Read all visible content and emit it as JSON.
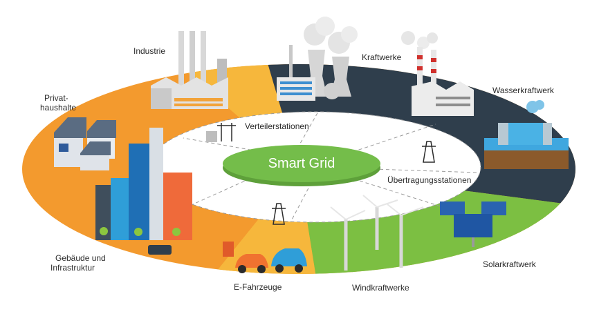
{
  "hub": {
    "title": "Smart Grid"
  },
  "sectors": {
    "industry": "Industrie",
    "power_plants": "Kraftwerke",
    "hydro": "Wasserkraftwerk",
    "households_line1": "Privat-",
    "households_line2": "haushalte",
    "buildings_line1": "Gebäude und",
    "buildings_line2": "Infrastruktur",
    "ev": "E-Fahrzeuge",
    "wind": "Windkraftwerke",
    "solar": "Solarkraftwerk"
  },
  "inner": {
    "distribution": "Verteilerstationen",
    "transmission": "Übertragungsstationen"
  },
  "colors": {
    "orange": "#f39a2e",
    "yellow": "#f6b73c",
    "dark": "#2f3e4c",
    "green": "#7cbf42",
    "hub": "#74bd4a"
  },
  "icons": [
    "factory-icon",
    "power-plant-icon",
    "hydro-dam-icon",
    "houses-icon",
    "city-buildings-icon",
    "electric-car-icon",
    "wind-turbine-icon",
    "solar-panel-icon",
    "pylon-icon"
  ]
}
